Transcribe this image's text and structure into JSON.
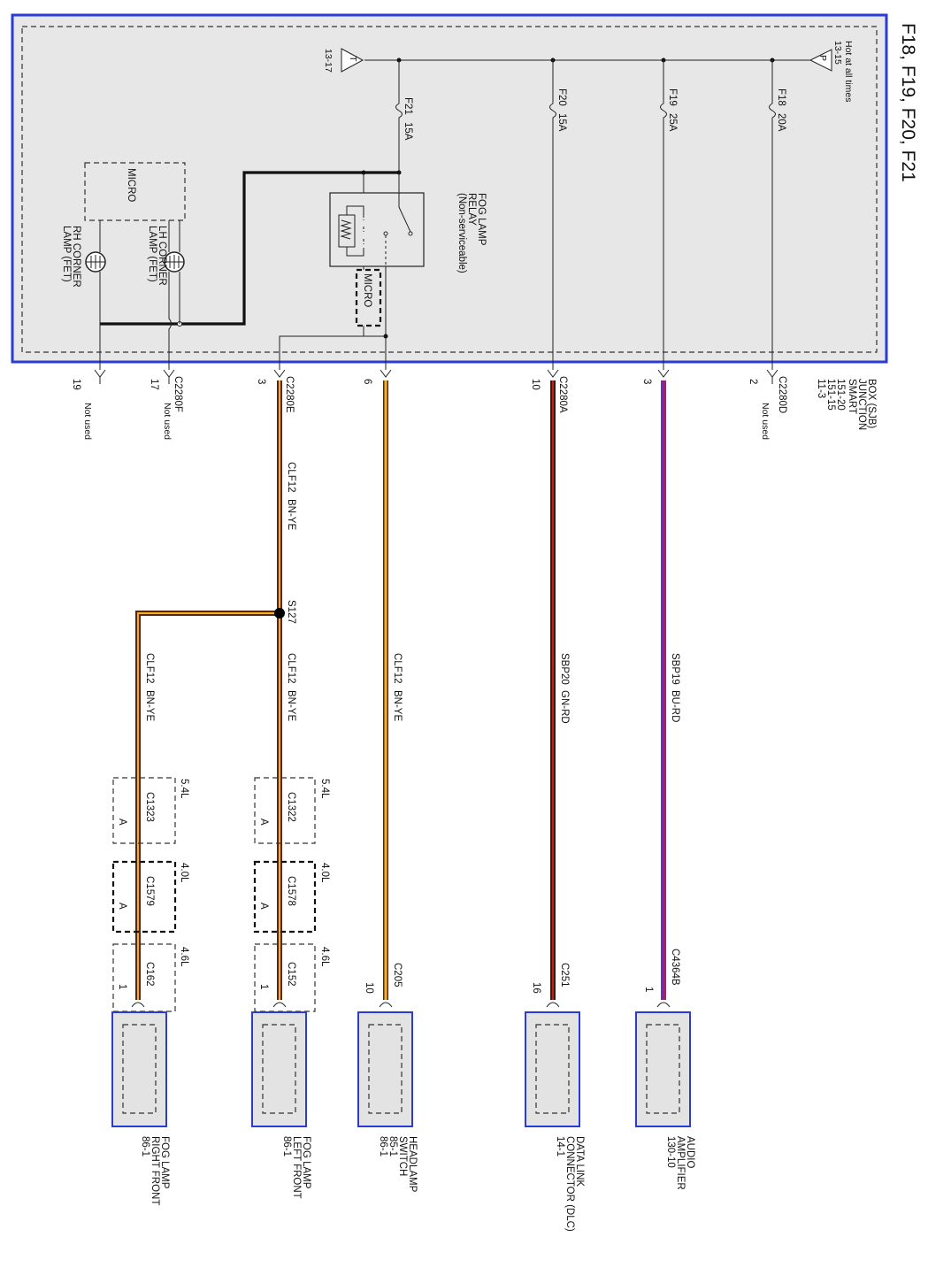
{
  "title": "F18, F19, F20, F21",
  "colors": {
    "frame": "#2b3bd6",
    "frame_fill": "#e7e7e7",
    "device_fill": "#e3e3e3",
    "bn": "#5a2612",
    "ye": "#f2b11e",
    "gn": "#7a5a36",
    "rd": "#c2201b",
    "bu": "#5b2fd9"
  },
  "sjb": {
    "name": [
      "SMART",
      "JUNCTION",
      "BOX (SJB)"
    ],
    "refs": [
      "11-3",
      "151-15",
      "151-20"
    ],
    "power_source": {
      "symbol": "P",
      "label": "Hot at all times",
      "ref": "13-15"
    },
    "ground": {
      "symbol": "T",
      "ref": "13-17"
    }
  },
  "fuses": [
    {
      "id": "F21",
      "rating": "15A"
    },
    {
      "id": "F20",
      "rating": "15A"
    },
    {
      "id": "F19",
      "rating": "25A"
    },
    {
      "id": "F18",
      "rating": "20A"
    }
  ],
  "relay": {
    "label": [
      "FOG LAMP",
      "RELAY",
      "(Non-serviceable)"
    ],
    "micro": "MICRO"
  },
  "corner_lamps": {
    "micro": "MICRO",
    "lh": [
      "LH CORNER",
      "LAMP (FET)"
    ],
    "rh": [
      "RH CORNER",
      "LAMP (FET)"
    ]
  },
  "sjb_pins": [
    {
      "connector": "C2280F",
      "pin": "19",
      "note": "Not used"
    },
    {
      "connector": "",
      "pin": "17",
      "note": "Not used"
    },
    {
      "connector": "C2280E",
      "pin": "3",
      "note": ""
    },
    {
      "connector": "",
      "pin": "6",
      "note": ""
    },
    {
      "connector": "C2280A",
      "pin": "10",
      "note": ""
    },
    {
      "connector": "",
      "pin": "3",
      "note": ""
    },
    {
      "connector": "C2280D",
      "pin": "2",
      "note": "Not used"
    }
  ],
  "wires": {
    "clf12_upper": [
      "CLF12",
      "BN-YE"
    ],
    "splice": "S127",
    "clf12_rf": [
      "CLF12",
      "BN-YE"
    ],
    "clf12_lf": [
      "CLF12",
      "BN-YE"
    ],
    "clf12_hs": [
      "CLF12",
      "BN-YE"
    ],
    "sbp20": [
      "SBP20",
      "GN-RD"
    ],
    "sbp19": [
      "SBP19",
      "BU-RD"
    ]
  },
  "inline_connectors": {
    "right": [
      {
        "engine": "5.4L",
        "name": "C1323",
        "pin": "A"
      },
      {
        "engine": "4.0L",
        "name": "C1579",
        "pin": "A"
      },
      {
        "engine": "4.6L",
        "name": "C162",
        "pin": "1"
      }
    ],
    "left": [
      {
        "engine": "5.4L",
        "name": "C1322",
        "pin": "A"
      },
      {
        "engine": "4.0L",
        "name": "C1578",
        "pin": "A"
      },
      {
        "engine": "4.6L",
        "name": "C152",
        "pin": "1"
      }
    ]
  },
  "end_connectors": [
    {
      "name": "C205",
      "pin": "10"
    },
    {
      "name": "C251",
      "pin": "16"
    },
    {
      "name": "C4364B",
      "pin": "1"
    }
  ],
  "components": [
    {
      "lines": [
        "FOG LAMP",
        "RIGHT FRONT",
        "86-1"
      ]
    },
    {
      "lines": [
        "FOG LAMP",
        "LEFT FRONT",
        "86-1"
      ]
    },
    {
      "lines": [
        "HEADLAMP",
        "SWITCH",
        "85-1",
        "86-1"
      ]
    },
    {
      "lines": [
        "DATA LINK",
        "CONNECTOR (DLC)",
        "14-1"
      ]
    },
    {
      "lines": [
        "AUDIO",
        "AMPLIFIER",
        "130-10"
      ]
    }
  ]
}
